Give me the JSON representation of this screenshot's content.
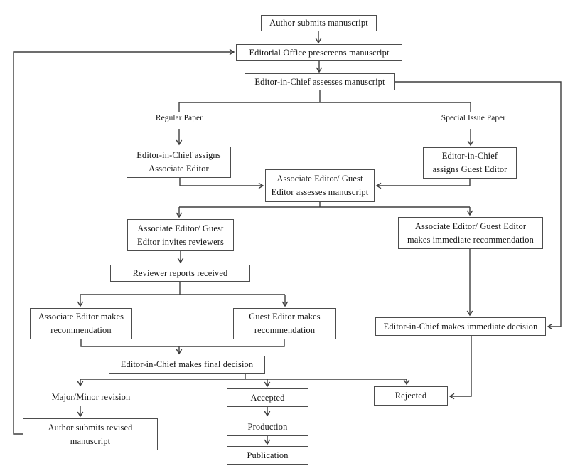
{
  "diagram": {
    "type": "flowchart",
    "description": "Editorial workflow for manuscript submission and peer review",
    "nodes": [
      {
        "id": "author-submits",
        "label": "Author submits manuscript"
      },
      {
        "id": "editorial-office",
        "label": "Editorial Office prescreens manuscript"
      },
      {
        "id": "eic-assesses",
        "label": "Editor-in-Chief assesses manuscript"
      },
      {
        "id": "eic-assigns-ae",
        "label": "Editor-in-Chief assigns\nAssociate Editor"
      },
      {
        "id": "eic-assigns-ge",
        "label": "Editor-in-Chief\nassigns Guest Editor"
      },
      {
        "id": "ae-ge-assesses",
        "label": "Associate Editor/ Guest\nEditor assesses manuscript"
      },
      {
        "id": "ae-ge-invites",
        "label": "Associate Editor/ Guest\nEditor invites reviewers"
      },
      {
        "id": "ae-ge-immediate-rec",
        "label": "Associate Editor/ Guest Editor\nmakes immediate recommendation"
      },
      {
        "id": "reviewer-reports",
        "label": "Reviewer reports received"
      },
      {
        "id": "ae-makes-rec",
        "label": "Associate Editor makes\nrecommendation"
      },
      {
        "id": "ge-makes-rec",
        "label": "Guest Editor makes\nrecommendation"
      },
      {
        "id": "eic-immediate-decision",
        "label": "Editor-in-Chief makes immediate decision"
      },
      {
        "id": "eic-final-decision",
        "label": "Editor-in-Chief makes final decision"
      },
      {
        "id": "major-minor-revision",
        "label": "Major/Minor revision"
      },
      {
        "id": "accepted",
        "label": "Accepted"
      },
      {
        "id": "rejected",
        "label": "Rejected"
      },
      {
        "id": "author-revised",
        "label": "Author submits revised\nmanuscript"
      },
      {
        "id": "production",
        "label": "Production"
      },
      {
        "id": "publication",
        "label": "Publication"
      }
    ],
    "branch_labels": [
      {
        "id": "regular-paper",
        "text": "Regular Paper"
      },
      {
        "id": "special-issue-paper",
        "text": "Special Issue Paper"
      }
    ],
    "edges": [
      {
        "from": "author-submits",
        "to": "editorial-office"
      },
      {
        "from": "editorial-office",
        "to": "eic-assesses"
      },
      {
        "from": "eic-assesses",
        "to": "eic-assigns-ae",
        "label": "Regular Paper"
      },
      {
        "from": "eic-assesses",
        "to": "eic-assigns-ge",
        "label": "Special Issue Paper"
      },
      {
        "from": "eic-assesses",
        "to": "eic-immediate-decision"
      },
      {
        "from": "eic-assigns-ae",
        "to": "ae-ge-assesses"
      },
      {
        "from": "eic-assigns-ge",
        "to": "ae-ge-assesses"
      },
      {
        "from": "ae-ge-assesses",
        "to": "ae-ge-invites"
      },
      {
        "from": "ae-ge-assesses",
        "to": "ae-ge-immediate-rec"
      },
      {
        "from": "ae-ge-invites",
        "to": "reviewer-reports"
      },
      {
        "from": "reviewer-reports",
        "to": "ae-makes-rec"
      },
      {
        "from": "reviewer-reports",
        "to": "ge-makes-rec"
      },
      {
        "from": "ae-makes-rec",
        "to": "eic-final-decision"
      },
      {
        "from": "ge-makes-rec",
        "to": "eic-final-decision"
      },
      {
        "from": "ae-ge-immediate-rec",
        "to": "eic-immediate-decision"
      },
      {
        "from": "eic-immediate-decision",
        "to": "rejected"
      },
      {
        "from": "eic-final-decision",
        "to": "major-minor-revision"
      },
      {
        "from": "eic-final-decision",
        "to": "accepted"
      },
      {
        "from": "eic-final-decision",
        "to": "rejected"
      },
      {
        "from": "major-minor-revision",
        "to": "author-revised"
      },
      {
        "from": "author-revised",
        "to": "editorial-office"
      },
      {
        "from": "accepted",
        "to": "production"
      },
      {
        "from": "production",
        "to": "publication"
      }
    ]
  },
  "colors": {
    "background": "#ffffff",
    "line": "#3d3d3d",
    "box_border": "#4d4d4d",
    "text": "#141414"
  }
}
